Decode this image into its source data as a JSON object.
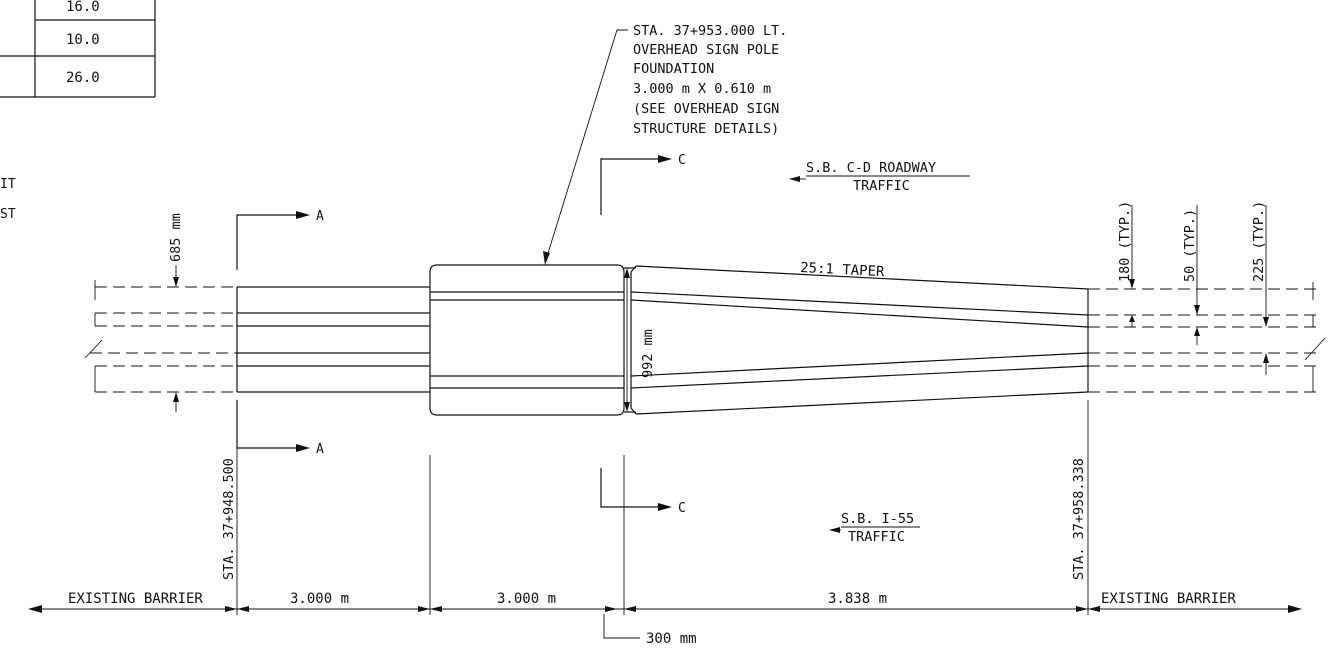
{
  "table": {
    "rows": [
      {
        "left": "",
        "value": "16.0"
      },
      {
        "left": "",
        "value": "10.0"
      },
      {
        "left": "",
        "value": "26.0"
      }
    ]
  },
  "left_notes": [
    "IT",
    "ST"
  ],
  "callout": {
    "lines": [
      "STA. 37+953.000 LT.",
      "OVERHEAD SIGN POLE",
      "FOUNDATION",
      "3.000 m X 0.610 m",
      "(SEE OVERHEAD SIGN",
      "STRUCTURE DETAILS)"
    ]
  },
  "sections": {
    "a": "A",
    "c": "C"
  },
  "traffic": {
    "top_line1": "S.B. C-D ROADWAY",
    "top_line2": "TRAFFIC",
    "bottom_line1": "S.B. I-55",
    "bottom_line2": "TRAFFIC"
  },
  "taper_label": "25:1 TAPER",
  "dimensions": {
    "height_685": "685 mm",
    "width_992": "992 mm",
    "typ_180": "180 (TYP.)",
    "typ_50": "50 (TYP.)",
    "typ_225": "225 (TYP.)",
    "seg1": "3.000 m",
    "seg2": "3.000 m",
    "seg3": "3.838 m",
    "gap_300": "300 mm"
  },
  "stations": {
    "left": "STA. 37+948.500",
    "right": "STA. 37+958.338"
  },
  "barrier": {
    "left": "EXISTING BARRIER",
    "right": "EXISTING BARRIER"
  }
}
